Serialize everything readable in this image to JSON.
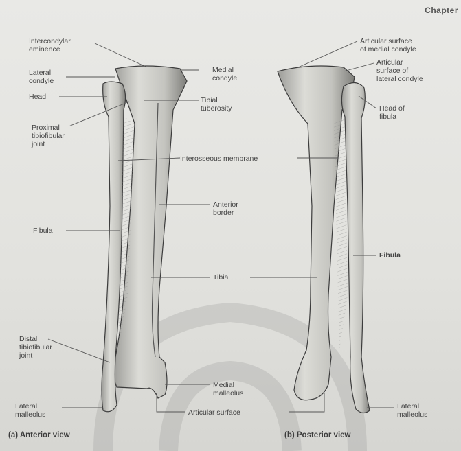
{
  "header": {
    "chapter": "Chapter"
  },
  "anterior": {
    "caption": "(a) Anterior view",
    "labels": {
      "intercondylar": "Intercondylar\neminence",
      "lateral_condyle": "Lateral\ncondyle",
      "head": "Head",
      "proximal_joint": "Proximal\ntibiofibular\njoint",
      "medial_condyle": "Medial\ncondyle",
      "tibial_tuberosity": "Tibial\ntuberosity",
      "interosseous": "Interosseous membrane",
      "anterior_border": "Anterior\nborder",
      "fibula": "Fibula",
      "tibia": "Tibia",
      "distal_joint": "Distal\ntibiofibular\njoint",
      "medial_malleolus": "Medial\nmalleolus",
      "lateral_malleolus": "Lateral\nmalleolus",
      "articular_surface": "Articular surface"
    }
  },
  "posterior": {
    "caption": "(b) Posterior view",
    "labels": {
      "art_medial": "Articular surface\nof medial condyle",
      "art_lateral": "Articular\nsurface of\nlateral condyle",
      "head_fibula": "Head of\nfibula",
      "fibula": "Fibula",
      "lateral_malleolus": "Lateral\nmalleolus"
    }
  }
}
